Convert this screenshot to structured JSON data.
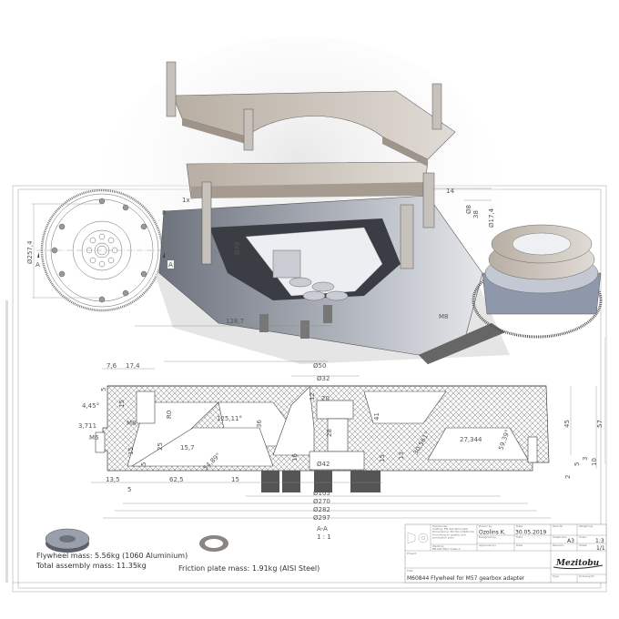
{
  "front_view": {
    "diameter_label": "Ø257,4",
    "section_marker_left": "A",
    "section_marker_right": "A"
  },
  "detail_dims": [
    "14",
    "38",
    "Ø17,4",
    "Ø8",
    "M8",
    "8",
    "1x",
    "Ø78",
    "128,7"
  ],
  "section_view": {
    "label": "A-A",
    "scale": "1 : 1",
    "dims_top": [
      "7,6",
      "17,4",
      "Ø50",
      "Ø32",
      "12",
      "20"
    ],
    "dims_left": [
      "5",
      "4,45°",
      "3,711",
      "M6",
      "13,5",
      "5",
      "15",
      "M8",
      "15",
      "25",
      "5",
      "R0"
    ],
    "dims_mid": [
      "62,5",
      "15",
      "15,7",
      "54,89°",
      "125,11°",
      "36",
      "28",
      "16",
      "Ø42",
      "41",
      "15",
      "13",
      "30,561°",
      "27,344",
      "59,39°"
    ],
    "dims_right": [
      "45",
      "57",
      "3",
      "10",
      "5",
      "2"
    ],
    "diameters": [
      "Ø105",
      "Ø270",
      "Ø282",
      "Ø297"
    ]
  },
  "notes": {
    "flywheel_mass": "Flywheel mass: 5.56kg (1060 Aluminium)",
    "assembly_mass": "Total assembly mass: 11.35kg",
    "friction_plate_mass": "Friction plate mass: 1.91kg (AISI Steel)"
  },
  "title_block": {
    "tolerances": "Tolerances:\nCutting: EN ISO 9013-44Q\nDimensions: EN ISO 13920-CG\nAccording to quality and production plan",
    "welding": "Welding:\nEN ISO 5817 Class C",
    "drawn_by_label": "Drawn by",
    "drawn_by": "Ozolins K.",
    "date_label": "Date",
    "date": "30.05.2019",
    "designed_by_label": "Designed by",
    "approved_by_label": "Approved by",
    "item_label": "Item Nr",
    "weight_label": "Weight kg",
    "sheet_size_label": "Sheet size",
    "sheet_size": "A3",
    "scale_label": "Scale",
    "scale": "1:3",
    "revision_label": "Revision",
    "sheet_label": "Sheet",
    "sheet": "1/1",
    "project_label": "Project",
    "title_label": "Title",
    "title": "M60844 Flywheel for M57 gearbox adapter",
    "type_label": "Type",
    "drawing_nr_label": "Drawing Nr",
    "logo": "Mezitobu"
  },
  "colors": {
    "render_dark": "#5f6470",
    "render_mid": "#9aa0ab",
    "render_light": "#d9d7d3",
    "plate": "#cfc8bf",
    "hatch": "#6a6a6a"
  }
}
